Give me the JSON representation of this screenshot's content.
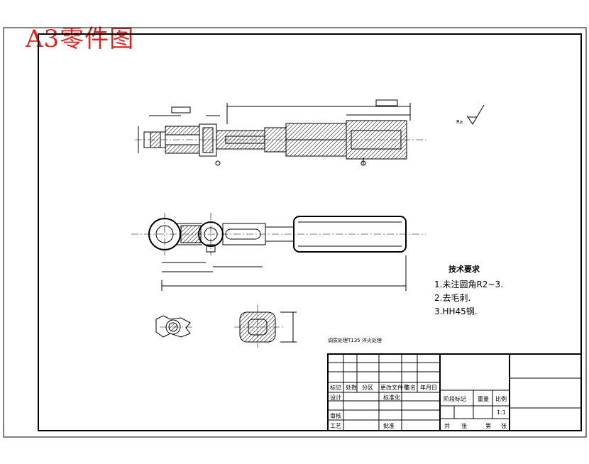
{
  "stamp": "A3零件图",
  "roughness_note": "Ra",
  "tech": {
    "title": "技术要求",
    "items": [
      "1.未注圆角R2~3.",
      "2.去毛刺.",
      "3.HH45钢."
    ]
  },
  "note_line": "调质处理T135 淬火处理",
  "title_block": {
    "row_labels": [
      "标记",
      "处数",
      "分区",
      "更改文件号",
      "签名",
      "年月日"
    ],
    "design": "设计",
    "standardize": "标准化",
    "check": "审核",
    "process": "工艺",
    "approve": "批准",
    "stage_mark": "阶段标记",
    "weight": "重量",
    "scale": "比例",
    "scale_value": "1:1",
    "total": "共",
    "sheets": "张",
    "sheet_no": "第",
    "sheet_unit": "张"
  }
}
